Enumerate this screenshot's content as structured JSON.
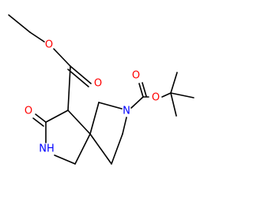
{
  "colors": {
    "bond": "#000000",
    "oxygen": "#ff0000",
    "nitrogen": "#0000ff",
    "background": "#ffffff"
  },
  "atoms": {
    "o_ester_carbonyl": "O",
    "o_ester_link": "O",
    "o_lactam": "O",
    "nh_lactam": "NH",
    "n_pyrrolidine": "N",
    "o_boc_carbonyl": "O",
    "o_boc_link": "O"
  }
}
